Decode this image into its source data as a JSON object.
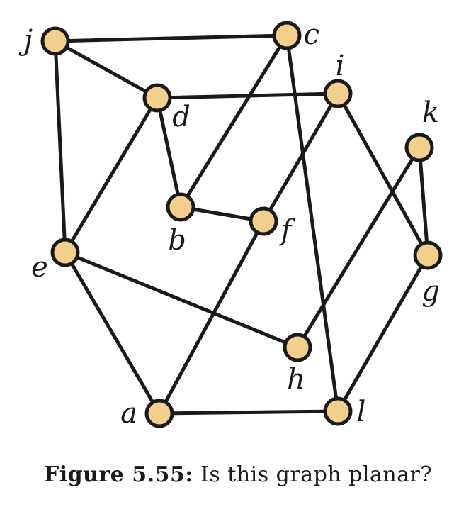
{
  "graph": {
    "node_color": "#f2cf8c",
    "line_color": "#1a1a1a",
    "vertices": [
      {
        "id": "j",
        "label": "j"
      },
      {
        "id": "c",
        "label": "c"
      },
      {
        "id": "d",
        "label": "d"
      },
      {
        "id": "i",
        "label": "i"
      },
      {
        "id": "k",
        "label": "k"
      },
      {
        "id": "b",
        "label": "b"
      },
      {
        "id": "f",
        "label": "f"
      },
      {
        "id": "e",
        "label": "e"
      },
      {
        "id": "g",
        "label": "g"
      },
      {
        "id": "h",
        "label": "h"
      },
      {
        "id": "a",
        "label": "a"
      },
      {
        "id": "l",
        "label": "l"
      }
    ],
    "edges": [
      [
        "j",
        "c"
      ],
      [
        "j",
        "d"
      ],
      [
        "j",
        "e"
      ],
      [
        "c",
        "b"
      ],
      [
        "c",
        "l"
      ],
      [
        "d",
        "i"
      ],
      [
        "d",
        "b"
      ],
      [
        "d",
        "e"
      ],
      [
        "i",
        "f"
      ],
      [
        "i",
        "g"
      ],
      [
        "k",
        "g"
      ],
      [
        "k",
        "h"
      ],
      [
        "b",
        "f"
      ],
      [
        "f",
        "a"
      ],
      [
        "e",
        "h"
      ],
      [
        "e",
        "a"
      ],
      [
        "a",
        "l"
      ],
      [
        "l",
        "g"
      ]
    ]
  },
  "caption": {
    "figure_label": "Figure 5.55:",
    "text": "Is this graph planar?"
  }
}
